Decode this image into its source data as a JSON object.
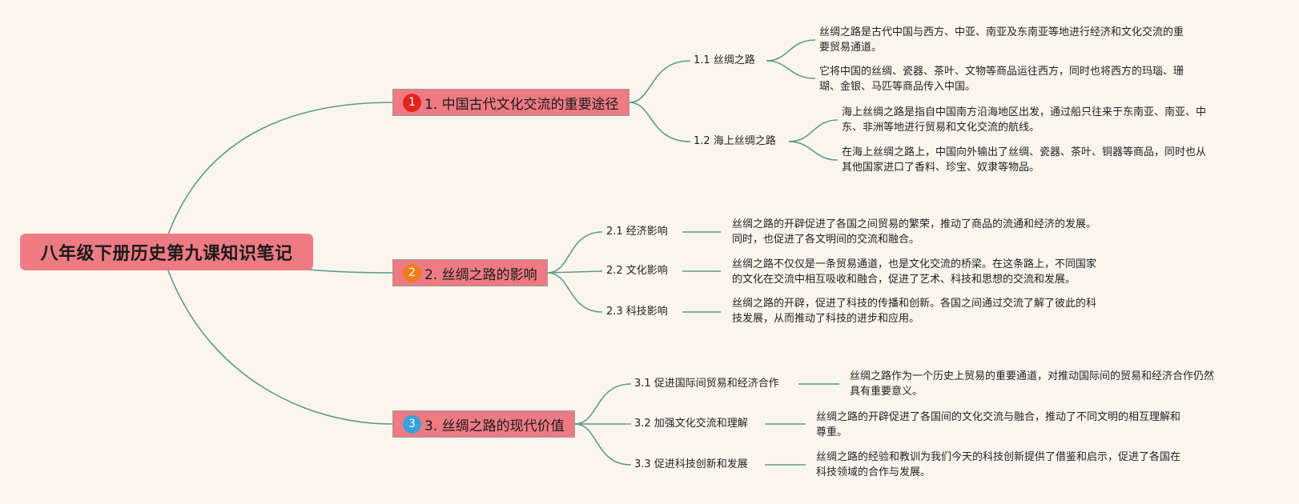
{
  "title": "八年级下册历史第九课知识笔记",
  "colors": {
    "background": "#fbf6ed",
    "node_fill": "#ee7b83",
    "line": "#5f9a86",
    "badge_1": "#e0251c",
    "badge_2": "#f07d1c",
    "badge_3": "#3aa0dc"
  },
  "branches": [
    {
      "num": "1",
      "label": "1. 中国古代文化交流的重要途径",
      "children": [
        {
          "label": "1.1 丝绸之路",
          "notes": [
            [
              "丝绸之路是古代中国与西方、中亚、南亚及东南亚等地进行经济和文化交流的重",
              "要贸易通道。"
            ],
            [
              "它将中国的丝绸、瓷器、茶叶、文物等商品运往西方，同时也将西方的玛瑙、珊",
              "瑚、金银、马匹等商品传入中国。"
            ]
          ]
        },
        {
          "label": "1.2 海上丝绸之路",
          "notes": [
            [
              "海上丝绸之路是指自中国南方沿海地区出发，通过船只往来于东南亚、南亚、中",
              "东、非洲等地进行贸易和文化交流的航线。"
            ],
            [
              "在海上丝绸之路上，中国向外输出了丝绸、瓷器、茶叶、铜器等商品，同时也从",
              "其他国家进口了香料、珍宝、奴隶等物品。"
            ]
          ]
        }
      ]
    },
    {
      "num": "2",
      "label": "2. 丝绸之路的影响",
      "children": [
        {
          "label": "2.1 经济影响",
          "notes": [
            [
              "丝绸之路的开辟促进了各国之间贸易的繁荣，推动了商品的流通和经济的发展。",
              "同时，也促进了各文明间的交流和融合。"
            ]
          ]
        },
        {
          "label": "2.2 文化影响",
          "notes": [
            [
              "丝绸之路不仅仅是一条贸易通道，也是文化交流的桥梁。在这条路上，不同国家",
              "的文化在交流中相互吸收和融合，促进了艺术、科技和思想的交流和发展。"
            ]
          ]
        },
        {
          "label": "2.3 科技影响",
          "notes": [
            [
              "丝绸之路的开辟，促进了科技的传播和创新。各国之间通过交流了解了彼此的科",
              "技发展，从而推动了科技的进步和应用。"
            ]
          ]
        }
      ]
    },
    {
      "num": "3",
      "label": "3. 丝绸之路的现代价值",
      "children": [
        {
          "label": "3.1 促进国际间贸易和经济合作",
          "notes": [
            [
              "丝绸之路作为一个历史上贸易的重要通道，对推动国际间的贸易和经济合作仍然",
              "具有重要意义。"
            ]
          ]
        },
        {
          "label": "3.2 加强文化交流和理解",
          "notes": [
            [
              "丝绸之路的开辟促进了各国间的文化交流与融合，推动了不同文明的相互理解和",
              "尊重。"
            ]
          ]
        },
        {
          "label": "3.3 促进科技创新和发展",
          "notes": [
            [
              "丝绸之路的经验和教训为我们今天的科技创新提供了借鉴和启示，促进了各国在",
              "科技领域的合作与发展。"
            ]
          ]
        }
      ]
    }
  ]
}
